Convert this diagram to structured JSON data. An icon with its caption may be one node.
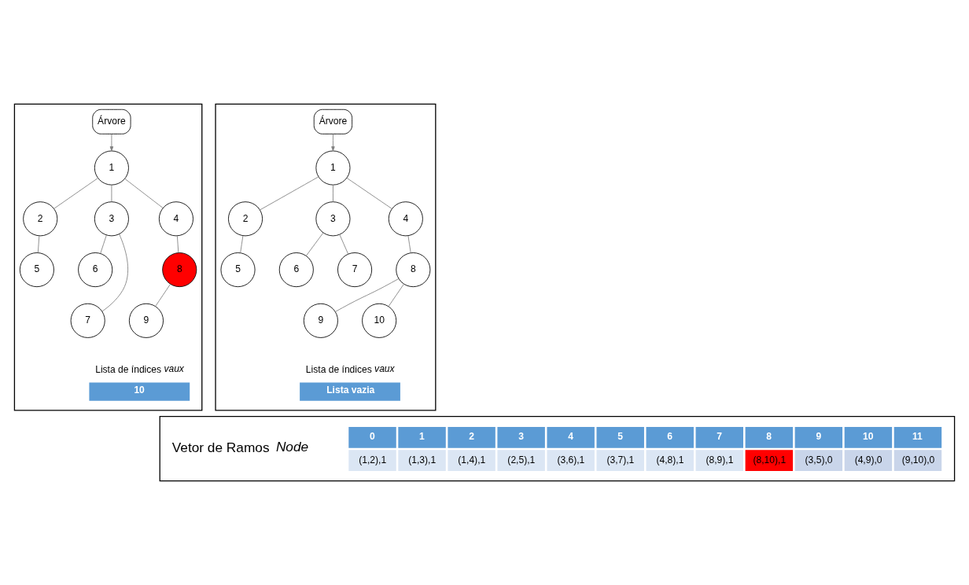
{
  "diagram": {
    "nodes": [
      {
        "text": [],
        "shape": "box"
      },
      {
        "text": [
          "Árvore"
        ],
        "in": 0
      },
      {
        "text": [
          "1"
        ],
        "in": 0
      },
      {
        "text": [
          "2"
        ],
        "in": 0
      },
      {
        "text": [
          "3"
        ],
        "in": 0
      },
      {
        "text": [
          "4"
        ],
        "in": 0
      },
      {
        "text": [
          "5"
        ],
        "in": 0
      },
      {
        "text": [
          "6"
        ],
        "in": 0
      },
      {
        "text": [
          "7"
        ],
        "in": 0
      },
      {
        "text": [
          "8"
        ],
        "in": 0
      },
      {
        "text": [
          "9"
        ],
        "in": 0
      },
      {
        "text": [
          "Lista de índices *vaux*",
          "10"
        ],
        "in": 0
      },
      {
        "text": [],
        "shape": "box"
      },
      {
        "text": [
          "Árvore"
        ],
        "in": 12
      },
      {
        "text": [
          "1"
        ],
        "in": 12
      },
      {
        "text": [
          "2"
        ],
        "in": 12
      },
      {
        "text": [
          "3"
        ],
        "in": 12
      },
      {
        "text": [
          "4"
        ],
        "in": 12
      },
      {
        "text": [
          "5"
        ],
        "in": 12
      },
      {
        "text": [
          "6"
        ],
        "in": 12
      },
      {
        "text": [
          "7"
        ],
        "in": 12
      },
      {
        "text": [
          "8"
        ],
        "in": 12
      },
      {
        "text": [
          "9"
        ],
        "in": 12
      },
      {
        "text": [
          "10"
        ],
        "in": 12
      },
      {
        "text": [
          "Lista de índices *vaux*",
          "Lista vazia"
        ],
        "in": 12
      },
      {
        "text": [],
        "shape": "box"
      }
    ],
    "edges": [
      {
        "from": 1,
        "to": 2,
        "arrow": "to"
      },
      {
        "from": 2,
        "to": 3,
        "arrow": "none"
      },
      {
        "from": 2,
        "to": 4,
        "arrow": "none"
      },
      {
        "from": 2,
        "to": 5,
        "arrow": "none"
      },
      {
        "from": 3,
        "to": 6,
        "arrow": "none"
      },
      {
        "from": 4,
        "to": 7,
        "arrow": "none"
      },
      {
        "from": 4,
        "to": 8,
        "arrow": "none"
      },
      {
        "from": 5,
        "to": 9,
        "arrow": "none"
      },
      {
        "from": 9,
        "to": 10,
        "arrow": "none"
      },
      {
        "from": 13,
        "to": 14,
        "arrow": "to"
      },
      {
        "from": 14,
        "to": 15,
        "arrow": "none"
      },
      {
        "from": 14,
        "to": 16,
        "arrow": "none"
      },
      {
        "from": 14,
        "to": 17,
        "arrow": "none"
      },
      {
        "from": 15,
        "to": 18,
        "arrow": "none"
      },
      {
        "from": 16,
        "to": 19,
        "arrow": "none"
      },
      {
        "from": 16,
        "to": 20,
        "arrow": "none"
      },
      {
        "from": 17,
        "to": 21,
        "arrow": "none"
      },
      {
        "from": 21,
        "to": 22,
        "arrow": "none"
      },
      {
        "from": 21,
        "to": 23,
        "arrow": "none"
      }
    ],
    "labels": [
      "Vetor de Ramos *Node*",
      "0",
      "1",
      "2",
      "3",
      "4",
      "5",
      "6",
      "7",
      "8",
      "9",
      "10",
      "11",
      "(1,2),1",
      "(1,3),1",
      "(1,4),1",
      "(2,5),1",
      "(3,6),1",
      "(3,7),1",
      "(4,8),1",
      "(8,9),1",
      "(8,10),1",
      "(3,5),0",
      "(4,9),0",
      "(9,10),0"
    ]
  }
}
